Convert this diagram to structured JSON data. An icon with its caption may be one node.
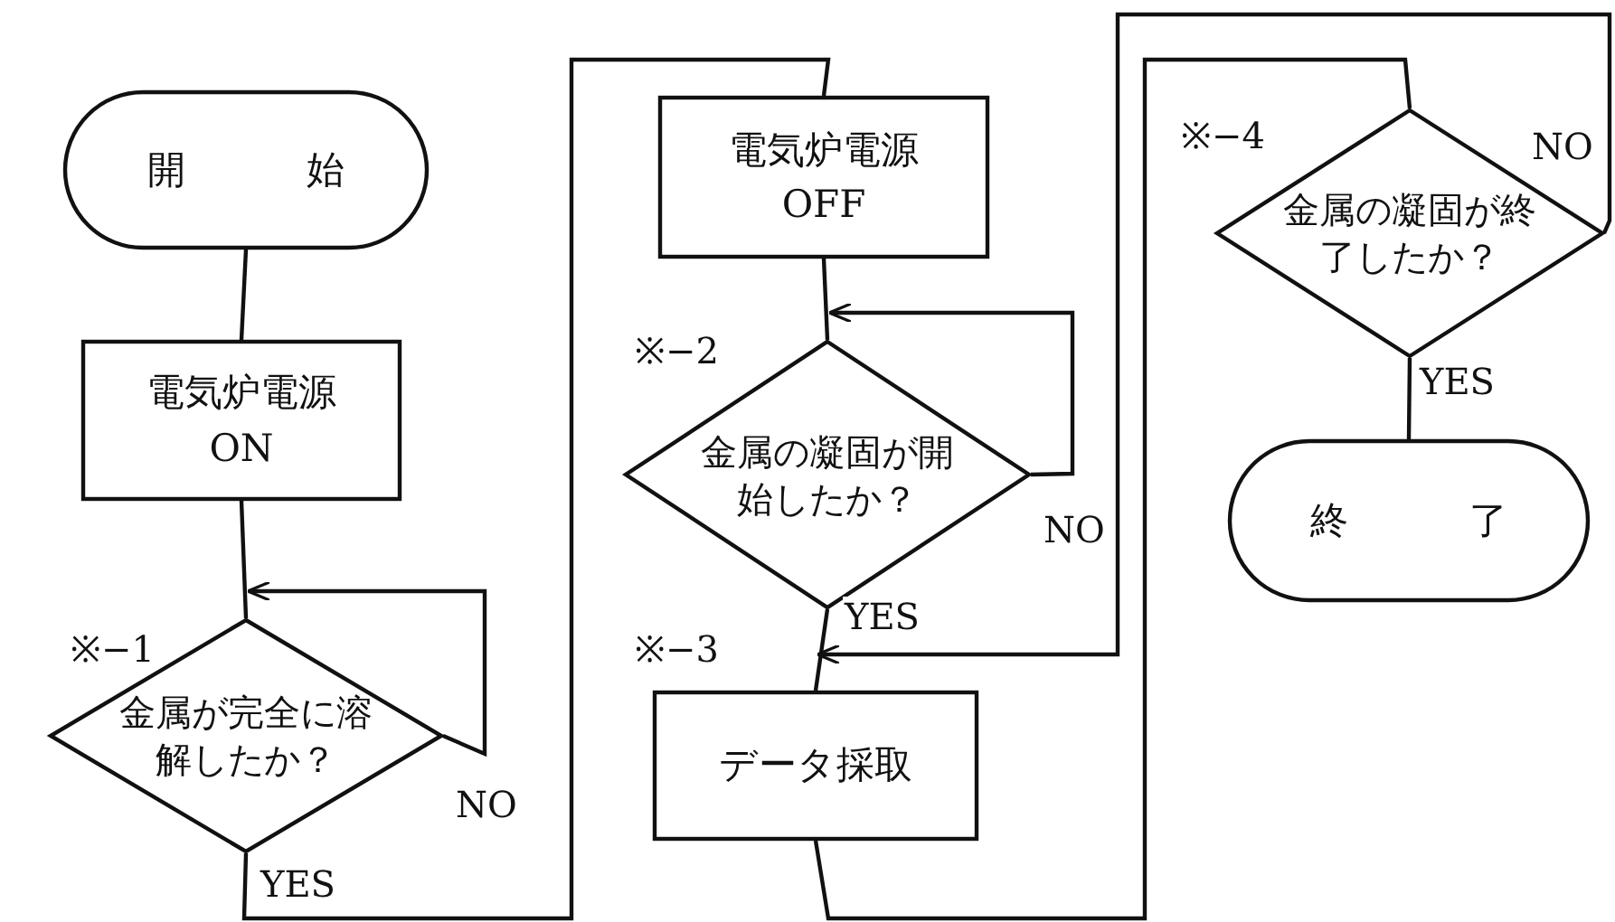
{
  "diagram": {
    "nodes": [
      {
        "text": [
          "開 始"
        ]
      },
      {
        "text": [
          "電気炉電源 ON"
        ]
      },
      {
        "text": [
          "金属が完全に溶解したか？"
        ],
        "beside": [
          "※−1"
        ]
      },
      {
        "text": [
          "電気炉電源 OFF"
        ]
      },
      {
        "text": [
          "金属の凝固が開始したか？"
        ],
        "beside": [
          "※−2"
        ]
      },
      {
        "text": [
          "データ採取"
        ],
        "beside": [
          "※−3"
        ]
      },
      {
        "text": [
          "金属の凝固が終了したか？"
        ],
        "beside": [
          "※−4"
        ]
      },
      {
        "text": [
          "終 了"
        ]
      }
    ],
    "edges": [
      {
        "from": 0,
        "to": 1,
        "arrow": "none"
      },
      {
        "from": 1,
        "to": 2,
        "arrow": "none"
      },
      {
        "from": 2,
        "to": 2,
        "arrow": "to",
        "label": "NO"
      },
      {
        "from": 2,
        "to": 3,
        "arrow": "none",
        "label": "YES"
      },
      {
        "from": 3,
        "to": 4,
        "arrow": "none"
      },
      {
        "from": 4,
        "to": 4,
        "arrow": "to",
        "label": "NO"
      },
      {
        "from": 4,
        "to": 5,
        "arrow": "none",
        "label": "YES"
      },
      {
        "from": 5,
        "to": 6,
        "arrow": "none"
      },
      {
        "from": 6,
        "to": 5,
        "arrow": "to",
        "label": "NO"
      },
      {
        "from": 6,
        "to": 7,
        "arrow": "none",
        "label": "YES"
      }
    ]
  }
}
